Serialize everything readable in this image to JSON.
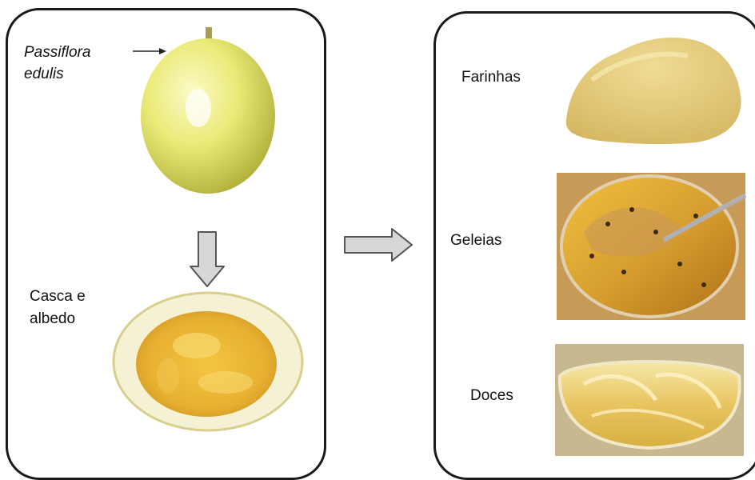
{
  "left_panel": {
    "species_line1": "Passiflora",
    "species_line2": "edulis",
    "part_line1": "Casca e",
    "part_line2": "albedo"
  },
  "right_panel": {
    "product_1": "Farinhas",
    "product_2": "Geleias",
    "product_3": "Doces"
  },
  "colors": {
    "fruit": "#e8e872",
    "flour": "#e2c874",
    "jam": "#d49c2a",
    "sweets": "#e6c45a",
    "arrow_fill": "#d7d7d7",
    "border": "#1a1a1a"
  }
}
